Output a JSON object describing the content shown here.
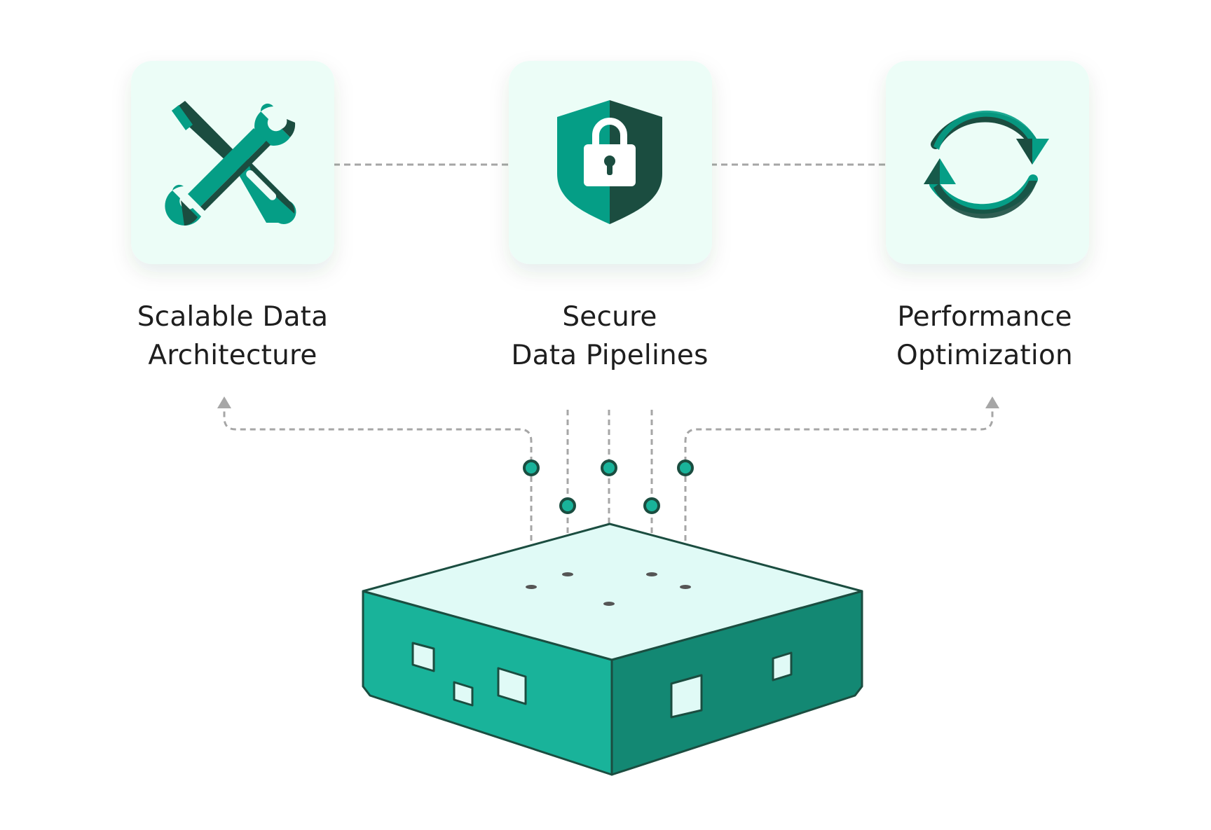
{
  "features": [
    {
      "name": "scalable-data-architecture",
      "line1": "Scalable Data",
      "line2": "Architecture",
      "icon": "tools-icon"
    },
    {
      "name": "secure-data-pipelines",
      "line1": "Secure",
      "line2": "Data Pipelines",
      "icon": "shield-lock-icon"
    },
    {
      "name": "performance-optimization",
      "line1": "Performance",
      "line2": "Optimization",
      "icon": "refresh-cycle-icon"
    }
  ],
  "colors": {
    "card_background": "#ecfdf7",
    "primary_green": "#059e86",
    "dark_green": "#1b4d40",
    "box_left_face": "#19b39a",
    "box_right_face": "#138873",
    "box_top_face": "#e0faf6",
    "connector_gray": "#a6a6a6",
    "label_text": "#1e1e1e"
  }
}
